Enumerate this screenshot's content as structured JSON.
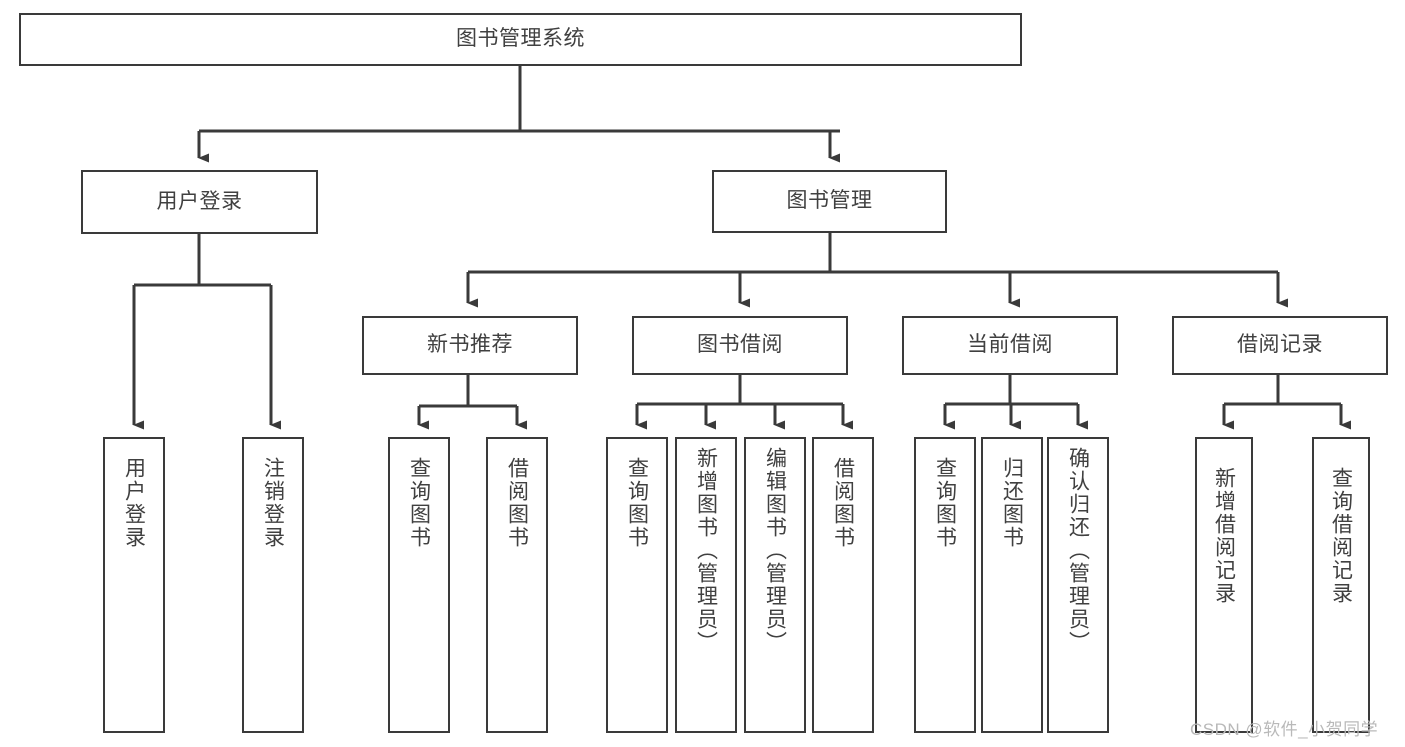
{
  "diagram": {
    "type": "tree-hierarchy-diagram",
    "title": "图书管理系统",
    "background_color": "#ffffff",
    "box_border_color": "#3a3a3a",
    "text_color": "#404040",
    "connector_color": "#3a3a3a",
    "nodes": {
      "root": {
        "label": "图书管理系统",
        "level": 0,
        "orientation": "horizontal"
      },
      "l1": [
        {
          "id": "user-login",
          "label": "用户登录",
          "orientation": "horizontal"
        },
        {
          "id": "book-management",
          "label": "图书管理",
          "orientation": "horizontal"
        }
      ],
      "l2": [
        {
          "id": "new-book-recommend",
          "label": "新书推荐",
          "orientation": "horizontal"
        },
        {
          "id": "book-borrow",
          "label": "图书借阅",
          "orientation": "horizontal"
        },
        {
          "id": "current-borrow",
          "label": "当前借阅",
          "orientation": "horizontal"
        },
        {
          "id": "borrow-record",
          "label": "借阅记录",
          "orientation": "horizontal"
        }
      ],
      "leaves": [
        {
          "id": "leaf-user-login",
          "label": "用户登录",
          "parent": "user-login",
          "orientation": "vertical"
        },
        {
          "id": "leaf-logout-login",
          "label": "注销登录",
          "parent": "user-login",
          "orientation": "vertical"
        },
        {
          "id": "leaf-query-book-1",
          "label": "查询图书",
          "parent": "new-book-recommend",
          "orientation": "vertical"
        },
        {
          "id": "leaf-borrow-book-1",
          "label": "借阅图书",
          "parent": "new-book-recommend",
          "orientation": "vertical"
        },
        {
          "id": "leaf-query-book-2",
          "label": "查询图书",
          "parent": "book-borrow",
          "orientation": "vertical"
        },
        {
          "id": "leaf-add-book",
          "label": "新增图书（管理员）",
          "parent": "book-borrow",
          "orientation": "vertical"
        },
        {
          "id": "leaf-edit-book",
          "label": "编辑图书（管理员）",
          "parent": "book-borrow",
          "orientation": "vertical"
        },
        {
          "id": "leaf-borrow-book-2",
          "label": "借阅图书",
          "parent": "book-borrow",
          "orientation": "vertical"
        },
        {
          "id": "leaf-query-book-3",
          "label": "查询图书",
          "parent": "current-borrow",
          "orientation": "vertical"
        },
        {
          "id": "leaf-return-book",
          "label": "归还图书",
          "parent": "current-borrow",
          "orientation": "vertical"
        },
        {
          "id": "leaf-confirm-return",
          "label": "确认归还（管理员）",
          "parent": "current-borrow",
          "orientation": "vertical"
        },
        {
          "id": "leaf-add-record",
          "label": "新增借阅记录",
          "parent": "borrow-record",
          "orientation": "vertical"
        },
        {
          "id": "leaf-query-record",
          "label": "查询借阅记录",
          "parent": "borrow-record",
          "orientation": "vertical"
        }
      ]
    }
  },
  "watermark": {
    "text": "CSDN @软件_小贺同学"
  }
}
